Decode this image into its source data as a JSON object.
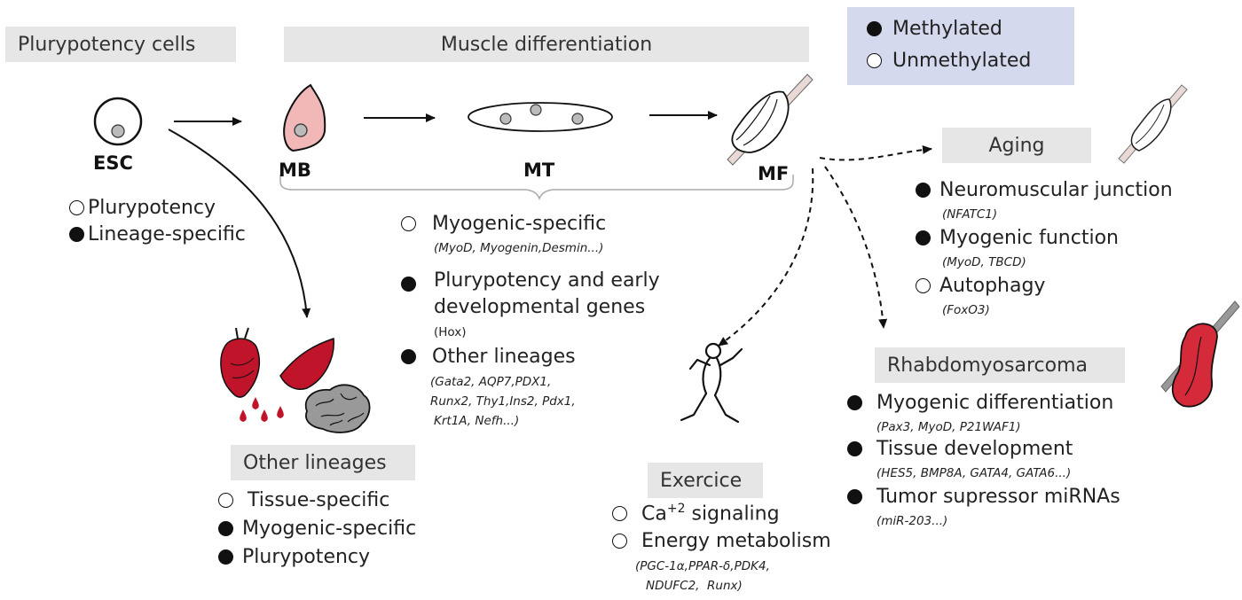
{
  "headers": {
    "plurypotency": "Plurypotency cells",
    "muscle": "Muscle differentiation",
    "aging": "Aging",
    "rhabdo": "Rhabdomyosarcoma",
    "other": "Other lineages",
    "exercice": "Exercice"
  },
  "legend": {
    "methylated": "Methylated",
    "unmethylated": "Unmethylated"
  },
  "cells": {
    "esc": "ESC",
    "mb": "MB",
    "mt": "MT",
    "mf": "MF"
  },
  "esc_items": {
    "plurypotency": "Plurypotency",
    "lineage": "Lineage-specific"
  },
  "muscle_items": {
    "myogenic": "Myogenic-specific",
    "myogenic_genes": "(MyoD, Myogenin,Desmin...)",
    "pluri_line1": "Plurypotency and early",
    "pluri_line2": "developmental genes",
    "pluri_genes": "(Hox)",
    "other": "Other lineages",
    "other_genes_1": "(Gata2, AQP7,PDX1,",
    "other_genes_2": "Runx2, Thy1,Ins2, Pdx1,",
    "other_genes_3": "Krt1A, Nefh...)"
  },
  "aging_items": {
    "nmj": "Neuromuscular junction",
    "nmj_genes": "(NFATC1)",
    "myofunc": "Myogenic function",
    "myofunc_genes": "(MyoD, TBCD)",
    "autophagy": "Autophagy",
    "autophagy_genes": "(FoxO3)"
  },
  "rhabdo_items": {
    "diff": "Myogenic differentiation",
    "diff_genes": "(Pax3, MyoD, P21WAF1)",
    "tissue": "Tissue development",
    "tissue_genes": "(HES5, BMP8A, GATA4, GATA6...)",
    "tumor": "Tumor supressor miRNAs",
    "tumor_genes": "(miR-203...)"
  },
  "other_items": {
    "tissue": "Tissue-specific",
    "myogenic": "Myogenic-specific",
    "pluri": "Plurypotency"
  },
  "exercice_items": {
    "ca_prefix": "Ca",
    "ca_sup": "+2",
    "ca_suffix": " signaling",
    "energy": "Energy metabolism",
    "energy_genes_1": "(PGC-1α,PPAR-δ,PDK4,",
    "energy_genes_2": "NDUFC2,  Runx)"
  },
  "colors": {
    "header_bg": "#e6e6e6",
    "legend_bg": "#d5d9ee",
    "myoblast_fill": "#f2b8b8",
    "blood_red": "#c0142a",
    "tumor_red": "#d42a3a"
  },
  "icons": {
    "methylated": "filled-circle",
    "unmethylated": "open-circle"
  }
}
